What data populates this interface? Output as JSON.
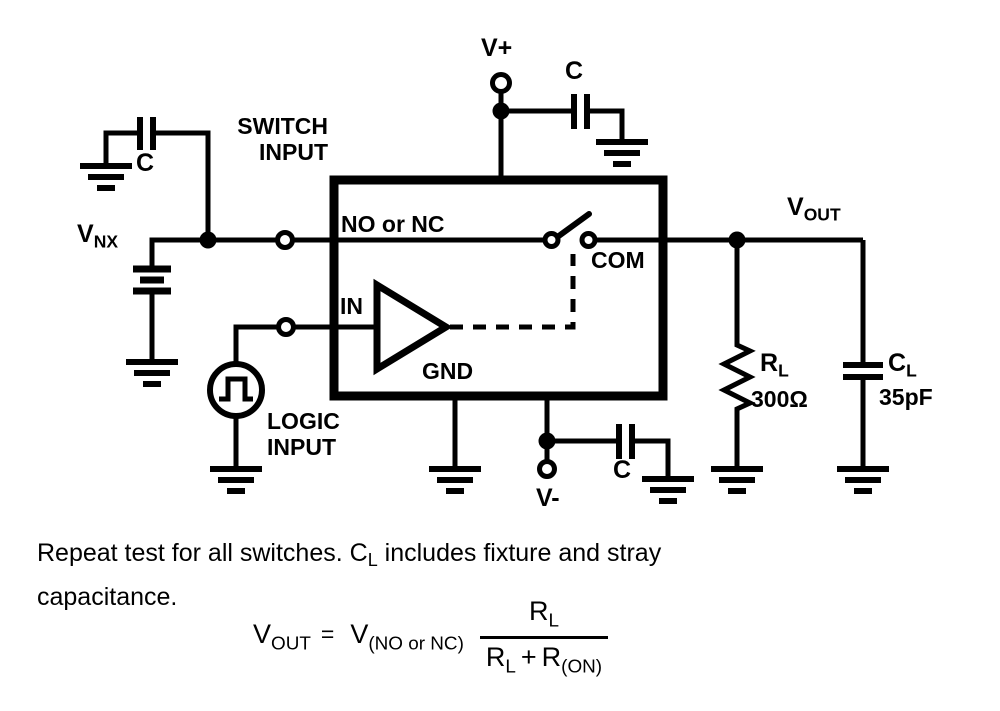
{
  "circuit": {
    "ic_box": {
      "no_or_nc": "NO or NC",
      "com": "COM",
      "in": "IN",
      "gnd": "GND"
    },
    "labels": {
      "v_plus": "V+",
      "v_minus": "V-",
      "c_top": "C",
      "c_left": "C",
      "c_bottom": "C",
      "switch_input": {
        "line1": "SWITCH",
        "line2": "INPUT"
      },
      "logic_input": {
        "line1": "LOGIC",
        "line2": "INPUT"
      },
      "v_nx": {
        "main": "V",
        "sub": "NX"
      },
      "v_out": {
        "main": "V",
        "sub": "OUT"
      },
      "r_l": {
        "main": "R",
        "sub": "L",
        "value": "300Ω"
      },
      "c_l": {
        "main": "C",
        "sub": "L",
        "value": "35pF"
      }
    },
    "colors": {
      "line": "#000000",
      "background": "#ffffff"
    }
  },
  "note": {
    "part1": "Repeat test for all switches. C",
    "sub": "L",
    "part2": " includes fixture and stray",
    "line2": "capacitance."
  },
  "formula": {
    "lhs_main": "V",
    "lhs_sub": "OUT",
    "equals": "=",
    "rhs_main": "V",
    "rhs_sub": "(NO or NC)",
    "num_main": "R",
    "num_sub": "L",
    "den_r1": "R",
    "den_r1_sub": "L",
    "den_plus": "+",
    "den_r2": "R",
    "den_r2_sub": "(ON)"
  }
}
